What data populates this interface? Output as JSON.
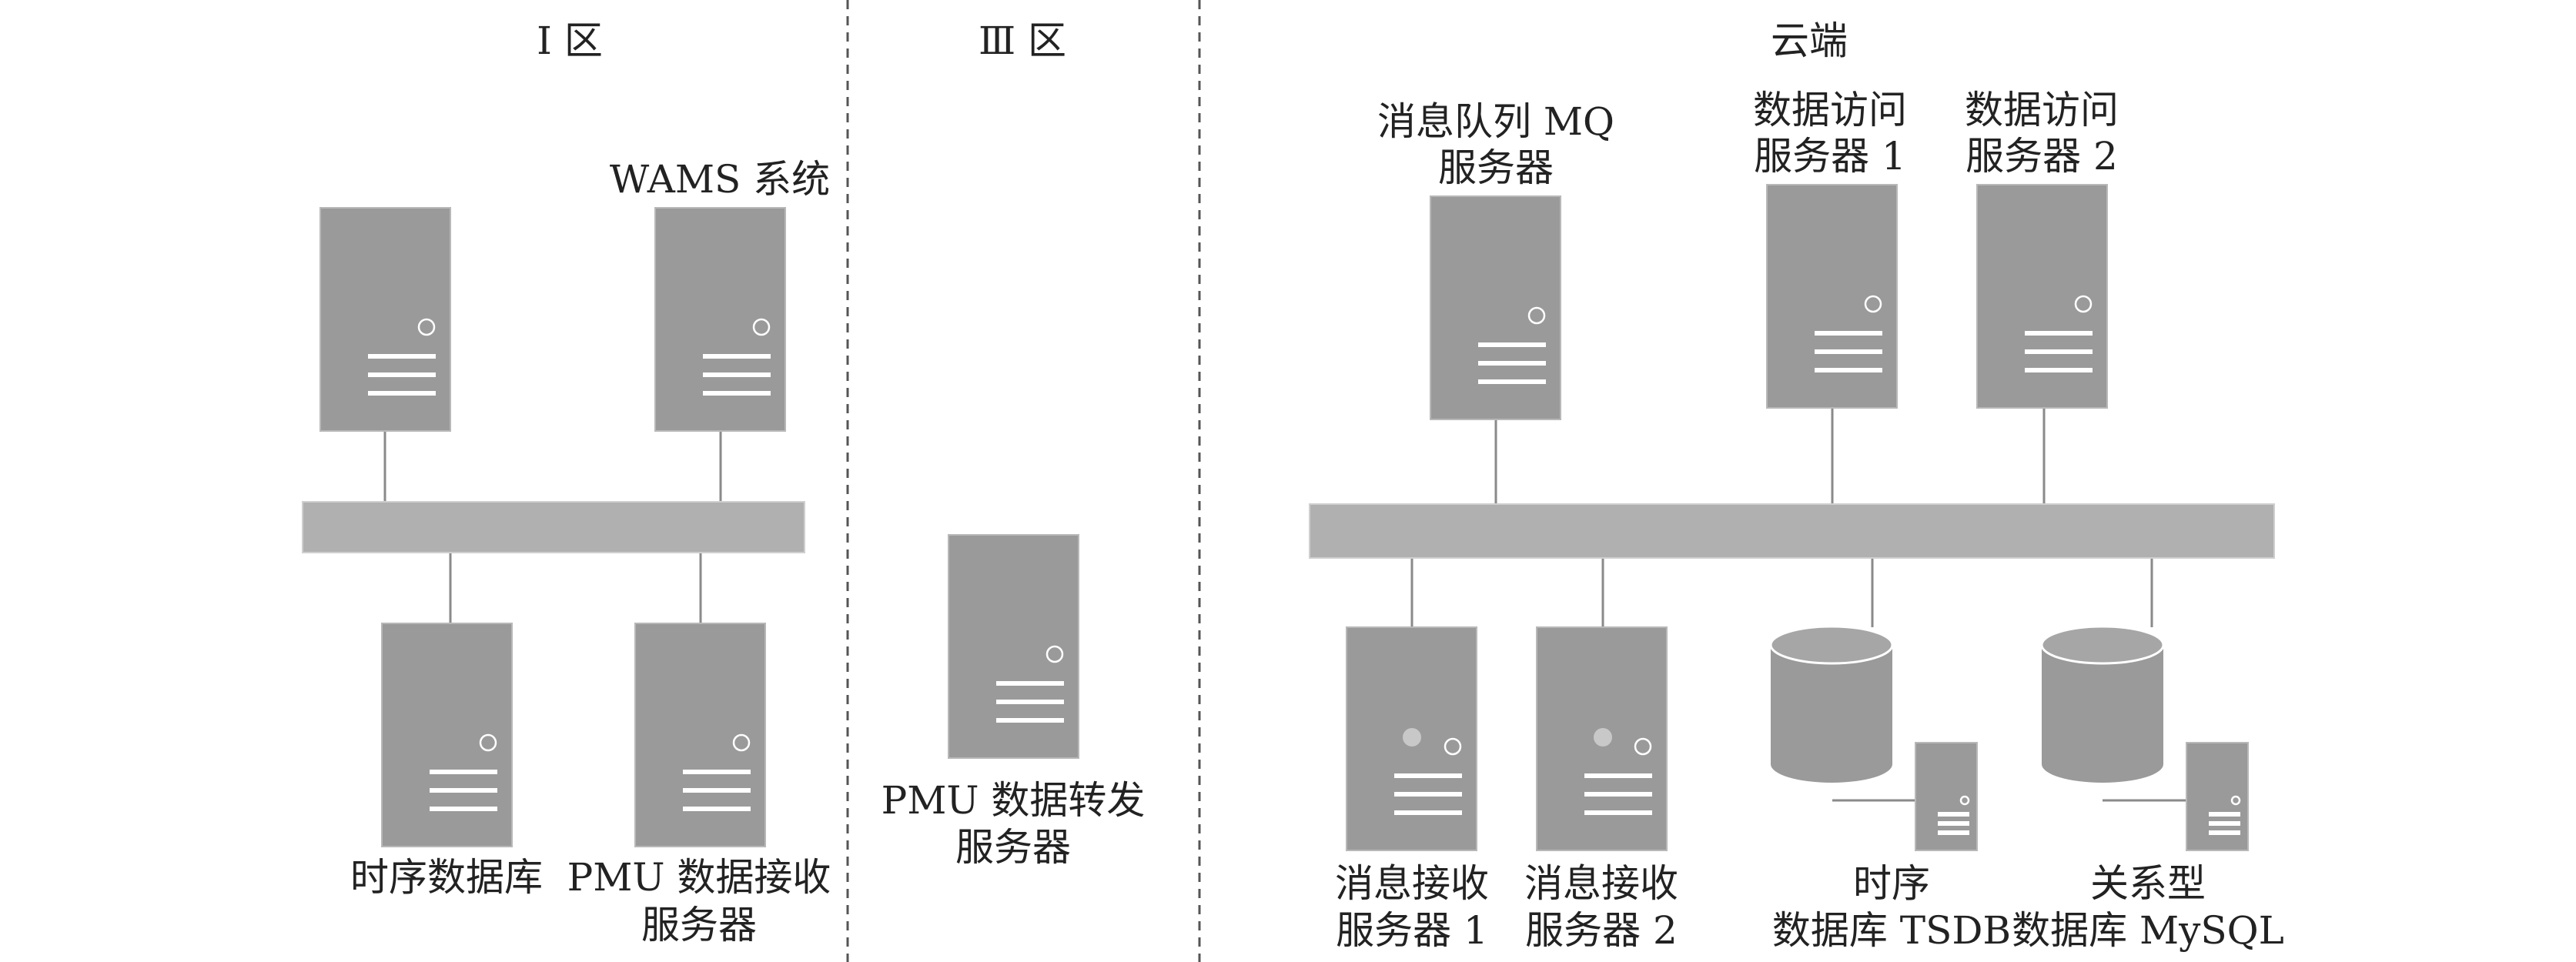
{
  "zones": {
    "zone1": "Ⅰ 区",
    "zone3": "Ⅲ 区",
    "cloud": "云端"
  },
  "labels": {
    "wams": "WAMS 系统",
    "tsdb_zone1": "时序数据库",
    "pmu_recv_1": "PMU 数据接收",
    "pmu_recv_2": "服务器",
    "pmu_fwd_1": "PMU 数据转发",
    "pmu_fwd_2": "服务器",
    "mq_1": "消息队列 MQ",
    "mq_2": "服务器",
    "access1_1": "数据访问",
    "access1_2": "服务器 1",
    "access2_1": "数据访问",
    "access2_2": "服务器 2",
    "msgrecv1_1": "消息接收",
    "msgrecv1_2": "服务器 1",
    "msgrecv2_1": "消息接收",
    "msgrecv2_2": "服务器 2",
    "tsdb_cloud_1": "时序",
    "tsdb_cloud_2": "数据库 TSDB",
    "mysql_1": "关系型",
    "mysql_2": "数据库 MySQL"
  },
  "icons": {
    "server": "server-tower-icon",
    "database": "database-cylinder-icon",
    "bus": "network-bus"
  }
}
